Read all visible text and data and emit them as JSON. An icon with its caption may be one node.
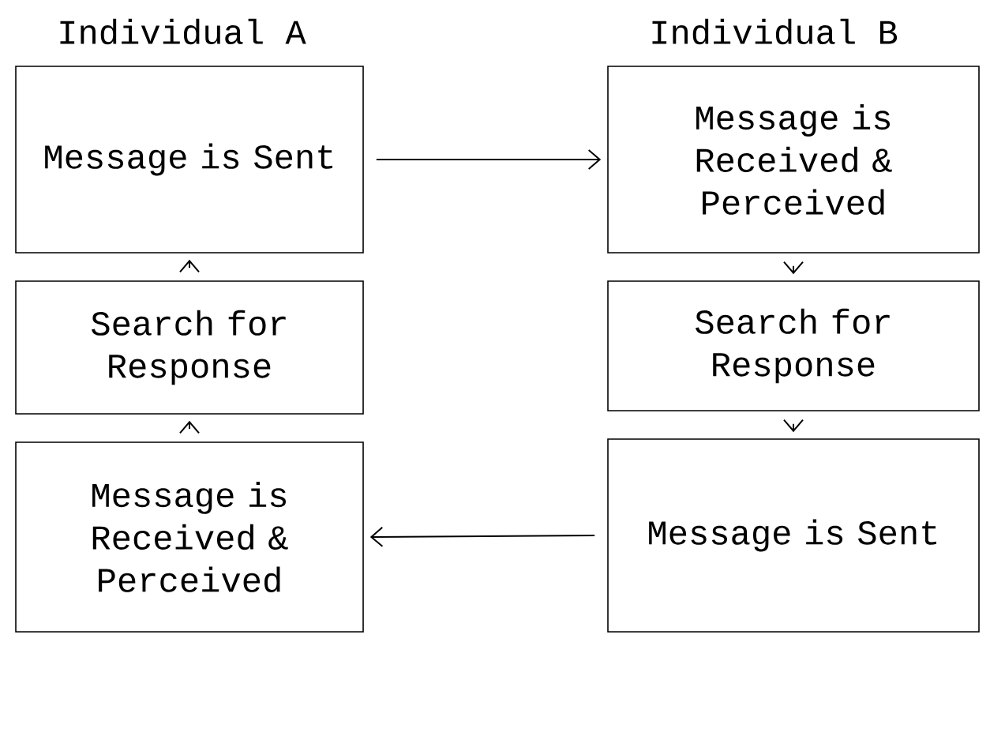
{
  "diagram": {
    "nodes": [
      {
        "text": [
          "Message is Sent"
        ]
      },
      {
        "text": [
          "Search for Response"
        ]
      },
      {
        "text": [
          "Message is Received & Perceived"
        ]
      },
      {
        "text": [
          "Message is Received & Perceived"
        ]
      },
      {
        "text": [
          "Search for Response"
        ]
      },
      {
        "text": [
          "Message is Sent"
        ]
      }
    ],
    "edges": [
      {
        "from": 0,
        "to": 3,
        "arrow": "to"
      },
      {
        "from": 3,
        "to": 4,
        "arrow": "to"
      },
      {
        "from": 4,
        "to": 5,
        "arrow": "to"
      },
      {
        "from": 5,
        "to": 2,
        "arrow": "to"
      },
      {
        "from": 2,
        "to": 1,
        "arrow": "to"
      },
      {
        "from": 1,
        "to": 0,
        "arrow": "to"
      }
    ],
    "labels": [
      "Individual A",
      "Individual B"
    ]
  }
}
